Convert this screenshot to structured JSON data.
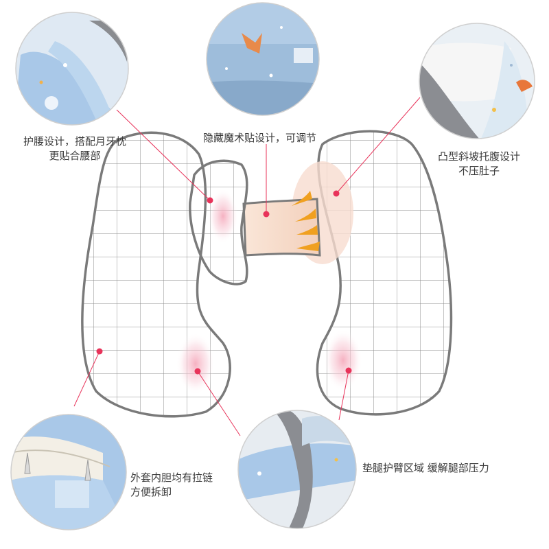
{
  "features": {
    "waist": {
      "line1": "护腰设计，搭配月牙枕",
      "line2": "更贴合腰部"
    },
    "velcro": {
      "line1": "隐藏魔术贴设计，可调节"
    },
    "belly": {
      "line1": "凸型斜坡托腹设计",
      "line2": "不压肚子"
    },
    "zipper": {
      "line1": "外套内胆均有拉链",
      "line2": "方便拆卸"
    },
    "leg": {
      "line1": "垫腿护臂区域 缓解腿部压力"
    }
  },
  "colors": {
    "marker": "#e8335a",
    "outline": "#7a7a7a",
    "grid": "#8a8a8a",
    "circle_border": "#cfcfcf",
    "fabric_blue": "#a9c8e8",
    "strap": "#f6dccb",
    "arrow": "#f0a020"
  },
  "icons": [
    "pillow-outline",
    "crescent-pillow",
    "velcro-strap",
    "arrow-icon",
    "marker-dot",
    "detail-circle"
  ]
}
